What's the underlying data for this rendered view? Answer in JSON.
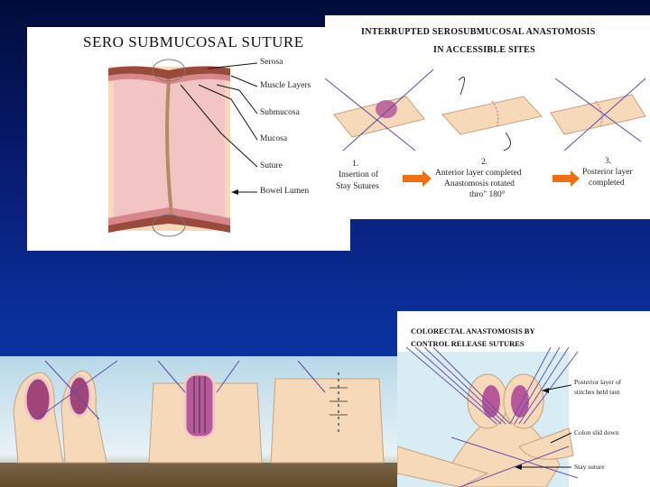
{
  "sero_panel": {
    "title": "SERO SUBMUCOSAL SUTURE",
    "labels": [
      "Serosa",
      "Muscle Layers",
      "Submucosa",
      "Mucosa",
      "Suture",
      "Bowel Lumen"
    ]
  },
  "interrupted_panel": {
    "title_line1": "INTERRUPTED SEROSUBMUCOSAL ANASTOMOSIS",
    "title_line2": "IN ACCESSIBLE SITES",
    "step1_num": "1.",
    "step1_line1": "Insertion of",
    "step1_line2": "Stay Sutures",
    "step2_num": "2.",
    "step2_line1": "Anterior layer completed",
    "step2_line2": "Anastomosis rotated",
    "step2_line3": "thro\" 180°",
    "step3_num": "3.",
    "step3_line1": "Posterior layer",
    "step3_line2": "completed"
  },
  "colorectal_panel": {
    "title_line1": "COLORECTAL ANASTOMOSIS BY",
    "title_line2": "CONTROL RELEASE SUTURES",
    "label_posterior_line1": "Posterior layer of",
    "label_posterior_line2": "stitches held taut",
    "label_colon": "Colon slid down",
    "label_stay": "Stay suture"
  },
  "colors": {
    "tissue": "#f6d9b8",
    "muscle": "#9a4a3a",
    "mucosa_pink": "#f2c4c4",
    "suture": "#6a4fb0",
    "arrow_orange": "#f07010"
  }
}
